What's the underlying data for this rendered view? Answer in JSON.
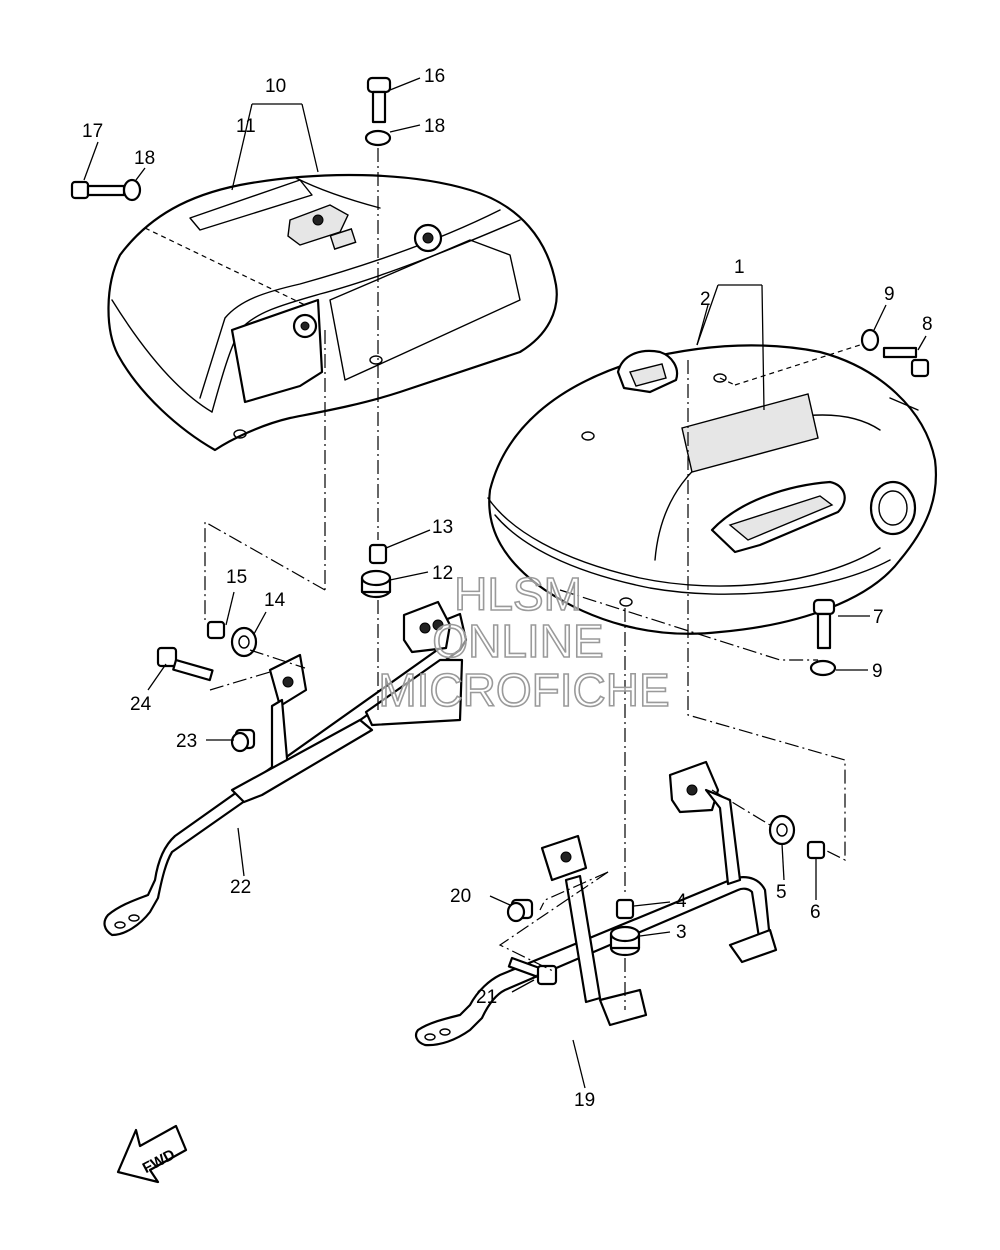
{
  "callouts": [
    {
      "id": "c1",
      "label": "1"
    },
    {
      "id": "c2",
      "label": "2"
    },
    {
      "id": "c3",
      "label": "3"
    },
    {
      "id": "c4",
      "label": "4"
    },
    {
      "id": "c5",
      "label": "5"
    },
    {
      "id": "c6",
      "label": "6"
    },
    {
      "id": "c7",
      "label": "7"
    },
    {
      "id": "c8",
      "label": "8"
    },
    {
      "id": "c9a",
      "label": "9"
    },
    {
      "id": "c9b",
      "label": "9"
    },
    {
      "id": "c10",
      "label": "10"
    },
    {
      "id": "c11",
      "label": "11"
    },
    {
      "id": "c12",
      "label": "12"
    },
    {
      "id": "c13",
      "label": "13"
    },
    {
      "id": "c14",
      "label": "14"
    },
    {
      "id": "c15",
      "label": "15"
    },
    {
      "id": "c16",
      "label": "16"
    },
    {
      "id": "c17",
      "label": "17"
    },
    {
      "id": "c18a",
      "label": "18"
    },
    {
      "id": "c18b",
      "label": "18"
    },
    {
      "id": "c19",
      "label": "19"
    },
    {
      "id": "c20",
      "label": "20"
    },
    {
      "id": "c21",
      "label": "21"
    },
    {
      "id": "c22",
      "label": "22"
    },
    {
      "id": "c23",
      "label": "23"
    },
    {
      "id": "c24",
      "label": "24"
    }
  ],
  "watermark": {
    "line1": "HLSM",
    "line2": "ONLINE",
    "line3": "MICROFICHE"
  },
  "direction_arrow": {
    "label": "FWD"
  }
}
